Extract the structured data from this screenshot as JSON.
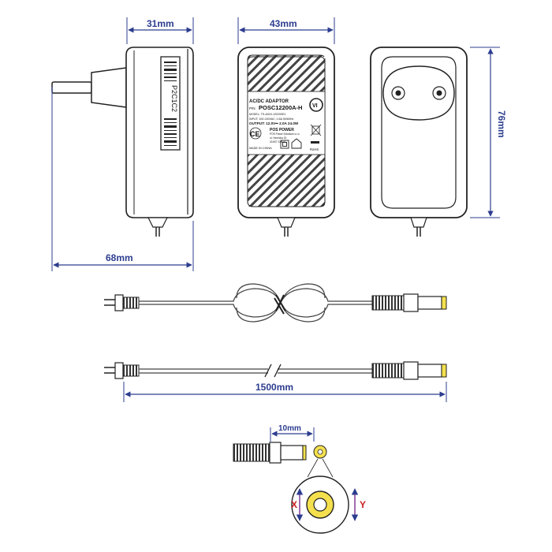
{
  "colors": {
    "dimension": "#2c3d8f",
    "outline": "#222222",
    "jack_fill": "#f4e04d",
    "dimension_box": "#7b2f8f",
    "cord": "#444444"
  },
  "dimensions": {
    "depth": "31mm",
    "width": "43mm",
    "height": "76mm",
    "total_depth": "68mm",
    "cable_length": "1500mm",
    "plug_tip": "10mm",
    "x_label": "X",
    "y_label": "Y"
  },
  "side_label_code": "P2C1C2",
  "label": {
    "title": "AC/DC ADAPTOR",
    "model": "POSC12200A-H",
    "model_prefix": "P/N:",
    "line_model": "MODEL: TS-A024-120200E1",
    "line_input": "INPUT: 100-240VAC, 0.6A  50/60Hz",
    "line_output": "OUTPUT: 12.0V⎓ 2.0A 24.0W",
    "brand": "POS POWER",
    "address_1": "POS Power Solutions s.r.o.",
    "address_2": "ul. Hornicka 15",
    "address_3": "43 807 Zatkov",
    "made_in": "MADE IN CHINA",
    "efficiency": "VI",
    "ce_mark": "CE",
    "rohs": "RoHS"
  },
  "icons": [
    "ce-mark-icon",
    "efficiency-level-vi-icon",
    "weee-bin-icon",
    "double-insulation-icon",
    "indoor-use-house-icon"
  ]
}
